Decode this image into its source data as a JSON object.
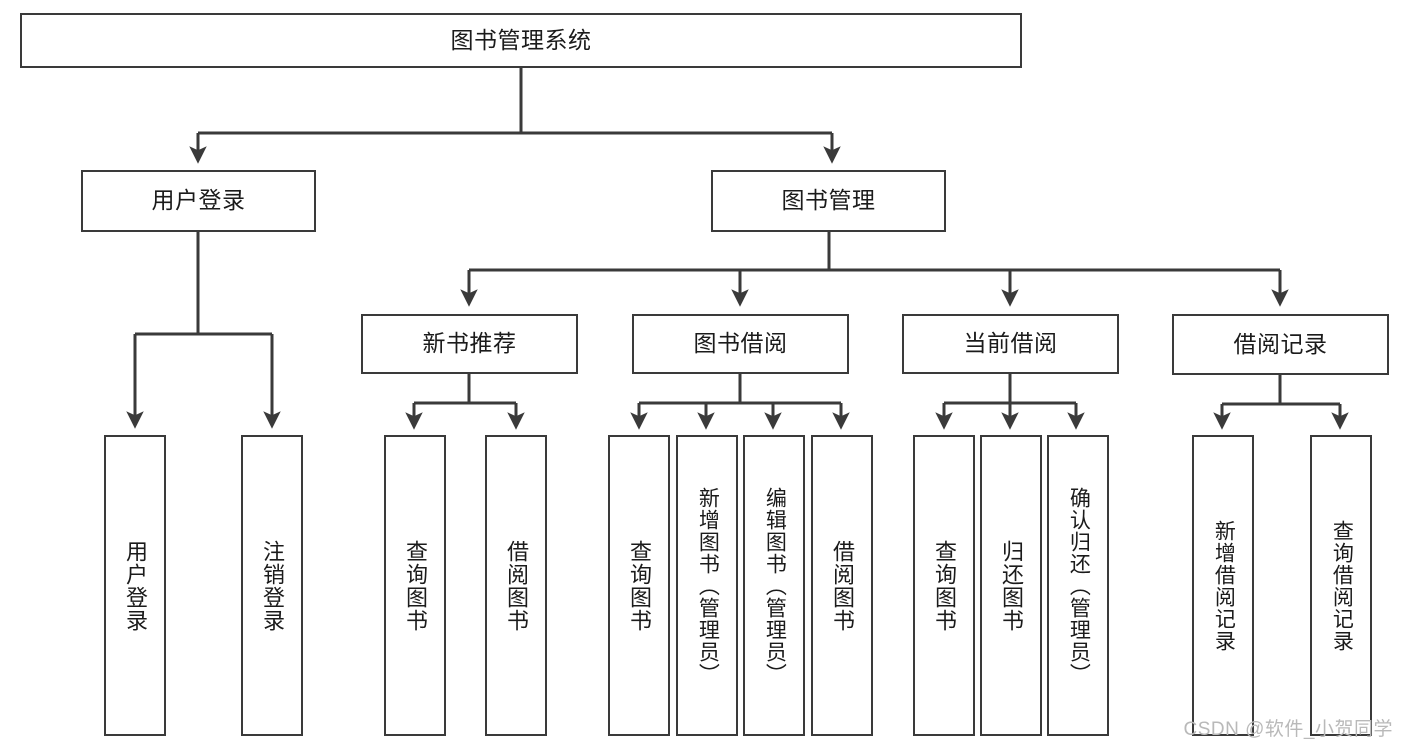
{
  "diagram": {
    "title": "图书管理系统",
    "type": "hierarchy-tree",
    "watermark": "CSDN @软件_小贺同学",
    "colors": {
      "background": "#ffffff",
      "node_border": "#3a3a3a",
      "node_fill": "#ffffff",
      "text": "#1b1b1b",
      "edge": "#3a3a3a",
      "watermark": "#b9b9b9"
    },
    "nodes": {
      "root": {
        "label": "图书管理系统"
      },
      "level1": [
        {
          "id": "user-login",
          "label": "用户登录"
        },
        {
          "id": "book-manage",
          "label": "图书管理"
        }
      ],
      "level2": [
        {
          "id": "new-book-rec",
          "label": "新书推荐"
        },
        {
          "id": "book-borrow",
          "label": "图书借阅"
        },
        {
          "id": "current-borrow",
          "label": "当前借阅"
        },
        {
          "id": "borrow-record",
          "label": "借阅记录"
        }
      ],
      "leaves": {
        "user-login": [
          {
            "id": "leaf-user-login",
            "label": "用户登录"
          },
          {
            "id": "leaf-logout",
            "label": "注销登录"
          }
        ],
        "new-book-rec": [
          {
            "id": "leaf-query-book-1",
            "label": "查询图书"
          },
          {
            "id": "leaf-borrow-book-1",
            "label": "借阅图书"
          }
        ],
        "book-borrow": [
          {
            "id": "leaf-query-book-2",
            "label": "查询图书"
          },
          {
            "id": "leaf-add-book",
            "label": "新增图书（管理员）"
          },
          {
            "id": "leaf-edit-book",
            "label": "编辑图书（管理员）"
          },
          {
            "id": "leaf-borrow-book-2",
            "label": "借阅图书"
          }
        ],
        "current-borrow": [
          {
            "id": "leaf-query-book-3",
            "label": "查询图书"
          },
          {
            "id": "leaf-return-book",
            "label": "归还图书"
          },
          {
            "id": "leaf-confirm-return",
            "label": "确认归还（管理员）"
          }
        ],
        "borrow-record": [
          {
            "id": "leaf-add-record",
            "label": "新增借阅记录"
          },
          {
            "id": "leaf-query-record",
            "label": "查询借阅记录"
          }
        ]
      }
    }
  }
}
